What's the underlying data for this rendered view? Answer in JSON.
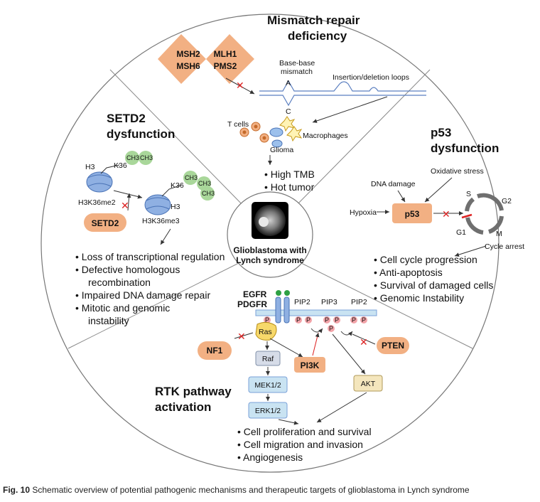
{
  "center": {
    "title_line1": "Glioblastoma with",
    "title_line2": "Lynch syndrome"
  },
  "mismatch": {
    "title_line1": "Mismatch repair",
    "title_line2": "deficiency",
    "genes": [
      "MSH2",
      "MLH1",
      "MSH6",
      "PMS2"
    ],
    "base_base_line1": "Base-base",
    "base_base_line2": "mismatch",
    "base_a": "A",
    "base_c": "C",
    "loops": "Insertion/deletion loops",
    "t_cells": "T cells",
    "macrophages": "Macrophages",
    "glioma": "Glioma",
    "bullets": [
      "High TMB",
      "Hot tumor"
    ]
  },
  "setd2": {
    "title_line1": "SETD2",
    "title_line2": "dysfunction",
    "h3": "H3",
    "k36": "K36",
    "ch3": "CH3",
    "h3k36me2": "H3K36me2",
    "h3k36me3": "H3K36me3",
    "enzyme": "SETD2",
    "bullets": [
      "Loss of transcriptional regulation",
      "Defective homologous",
      "recombination",
      "Impaired DNA damage repair",
      "Mitotic and genomic",
      "instability"
    ]
  },
  "p53": {
    "title_line1": "p53",
    "title_line2": "dysfunction",
    "oxidative": "Oxidative stress",
    "dna_damage": "DNA damage",
    "hypoxia": "Hypoxia",
    "box": "p53",
    "cycle": [
      "S",
      "G2",
      "G1",
      "M"
    ],
    "arrest": "Cycle arrest",
    "bullets": [
      "Cell cycle progression",
      "Anti-apoptosis",
      "Survival of damaged cells",
      "Genomic Instability"
    ]
  },
  "rtk": {
    "title_line1": "RTK pathway",
    "title_line2": "activation",
    "receptors_line1": "EGFR",
    "receptors_line2": "PDGFR",
    "pip2": "PIP2",
    "pip3": "PIP3",
    "p": "P",
    "ras": "Ras",
    "nf1": "NF1",
    "raf": "Raf",
    "pi3k": "PI3K",
    "pten": "PTEN",
    "mek": "MEK1/2",
    "erk": "ERK1/2",
    "akt": "AKT",
    "bullets": [
      "Cell proliferation and survival",
      "Cell migration and invasion",
      "Angiogenesis"
    ]
  },
  "caption": {
    "label": "Fig. 10",
    "text": "Schematic overview of potential pathogenic mechanisms and therapeutic targets of glioblastoma in Lynch syndrome"
  },
  "colors": {
    "orange": "#f2b083",
    "green": "#a9d79a",
    "blue": "#7aa0d8",
    "pink": "#f2a3a8",
    "yellow": "#f7d86a",
    "gray": "#d9d9d9",
    "sky": "#c9e3f2",
    "tan": "#f4e6bd"
  }
}
